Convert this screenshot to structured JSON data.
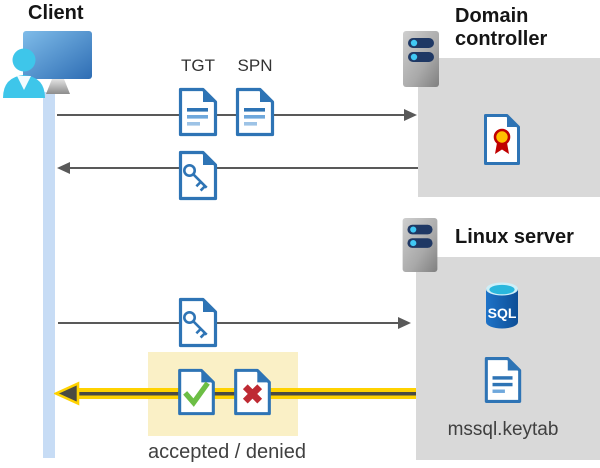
{
  "client": {
    "label": "Client"
  },
  "domain_controller": {
    "label": "Domain controller"
  },
  "linux_server": {
    "label": "Linux server",
    "keytab_filename": "mssql.keytab"
  },
  "flow": {
    "tgt_label": "TGT",
    "spn_label": "SPN",
    "result_label": "accepted / denied"
  },
  "icons": {
    "sql_label": "SQL"
  },
  "colors": {
    "doc_blue": "#2e74b5",
    "doc_line_light": "#9dc3e6",
    "lifeline_blue": "#c7dcf5",
    "box_gray": "#d9d9d9",
    "arrow_gray": "#595959",
    "highlight_yellow": "#faf0c6",
    "arrow_yellow": "#ffd200",
    "arrow_dark": "#4a4a42",
    "check_green": "#6cbe45",
    "cross_red": "#be2a33",
    "cert_yellow": "#ffc000",
    "cert_red": "#c00000",
    "server_navy": "#1f3864",
    "server_dot_cyan": "#41c8f4",
    "person_cyan": "#3ec6ea",
    "sql_body_blue": "#1565c0",
    "sql_top_cyan": "#29b7dd"
  }
}
